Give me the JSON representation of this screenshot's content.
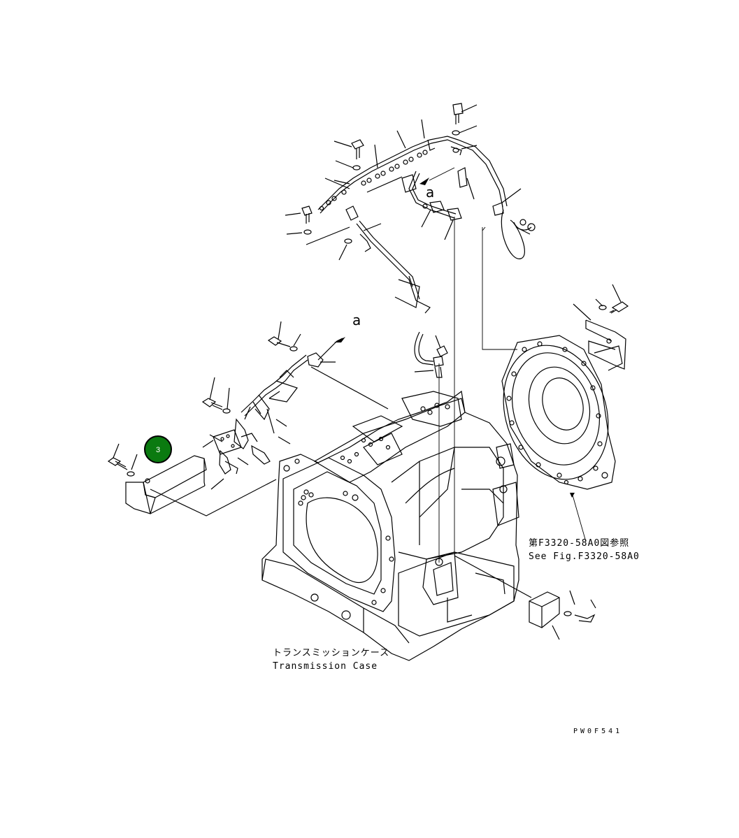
{
  "labels": {
    "ref_jp": "第F3320-58A0図参照",
    "ref_en": "See Fig.F3320-58A0",
    "case_jp": "トランスミッションケース",
    "case_en": "Transmission Case",
    "drawing_code": "PW0F541",
    "callout_a_top": "a",
    "callout_a_mid": "a"
  },
  "badge": {
    "number": "3",
    "color": "#0b7a10"
  },
  "colors": {
    "line": "#000000",
    "background": "#ffffff"
  }
}
